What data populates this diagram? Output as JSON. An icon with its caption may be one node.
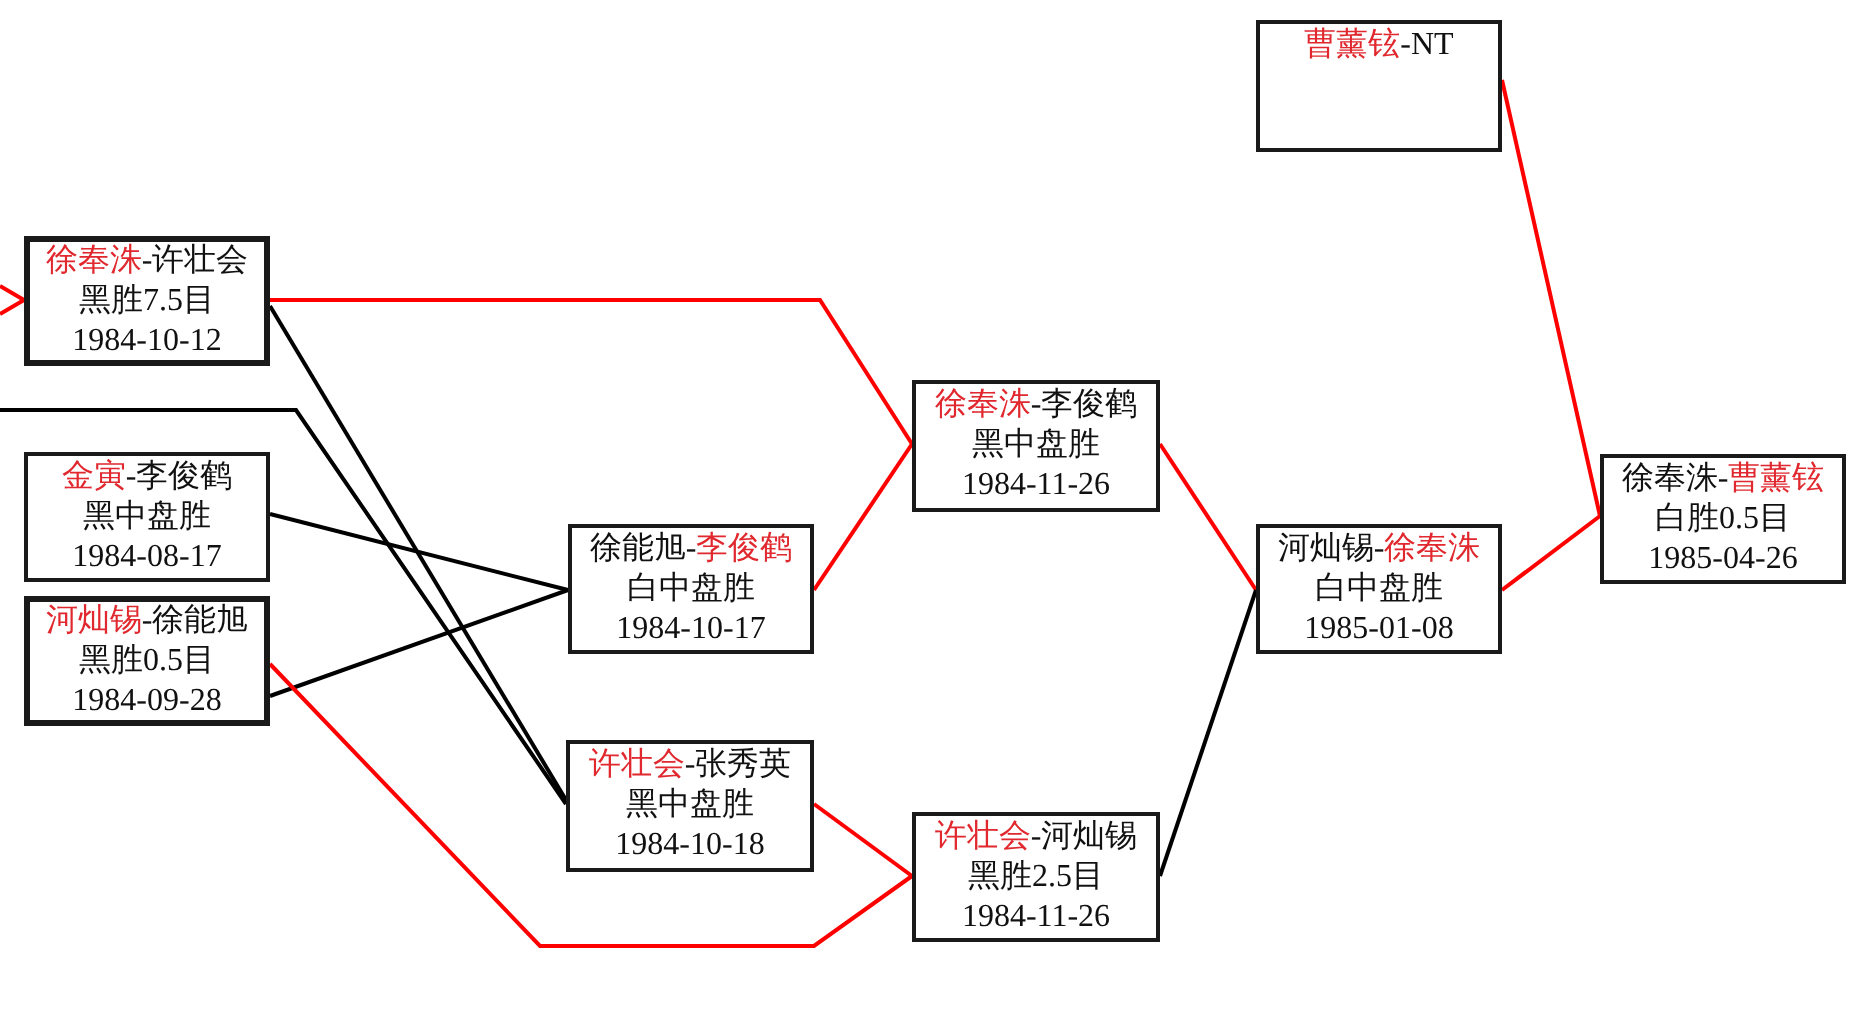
{
  "diagram": {
    "nodes": [
      {
        "text": [
          "徐奉洙",
          "-许壮会",
          "黑胜7.5目",
          "1984-10-12"
        ]
      },
      {
        "text": [
          "金寅",
          "-李俊鹤",
          "黑中盘胜",
          "1984-08-17"
        ]
      },
      {
        "text": [
          "河灿锡",
          "-徐能旭",
          "黑胜0.5目",
          "1984-09-28"
        ]
      },
      {
        "text": [
          "徐能旭-",
          "李俊鹤",
          "白中盘胜",
          "1984-10-17"
        ]
      },
      {
        "text": [
          "许壮会",
          "-张秀英",
          "黑中盘胜",
          "1984-10-18"
        ]
      },
      {
        "text": [
          "徐奉洙",
          "-李俊鹤",
          "黑中盘胜",
          "1984-11-26"
        ]
      },
      {
        "text": [
          "许壮会",
          "-河灿锡",
          "黑胜2.5目",
          "1984-11-26"
        ]
      },
      {
        "text": [
          "曹薰铉",
          "-NT"
        ]
      },
      {
        "text": [
          "河灿锡-",
          "徐奉洙",
          "白中盘胜",
          "1985-01-08"
        ]
      },
      {
        "text": [
          "徐奉洙-",
          "曹薰铉",
          "白胜0.5目",
          "1985-04-26"
        ]
      }
    ],
    "edges": [
      {
        "from": null,
        "to": 0,
        "arrow": "none"
      },
      {
        "from": null,
        "to": 0,
        "arrow": "none"
      },
      {
        "from": null,
        "to": 4,
        "arrow": "none",
        "color": "#000000"
      },
      {
        "from": 0,
        "to": 5,
        "arrow": "none"
      },
      {
        "from": 0,
        "to": 4,
        "arrow": "none",
        "color": "#000000"
      },
      {
        "from": 1,
        "to": 3,
        "arrow": "none",
        "color": "#000000"
      },
      {
        "from": 2,
        "to": 3,
        "arrow": "none",
        "color": "#000000"
      },
      {
        "from": 2,
        "to": 6,
        "arrow": "none"
      },
      {
        "from": 3,
        "to": 5,
        "arrow": "none"
      },
      {
        "from": 4,
        "to": 6,
        "arrow": "none"
      },
      {
        "from": 5,
        "to": 8,
        "arrow": "none"
      },
      {
        "from": 6,
        "to": 8,
        "arrow": "none",
        "color": "#000000"
      },
      {
        "from": 7,
        "to": 9,
        "arrow": "none"
      },
      {
        "from": 8,
        "to": 9,
        "arrow": "none"
      }
    ]
  }
}
